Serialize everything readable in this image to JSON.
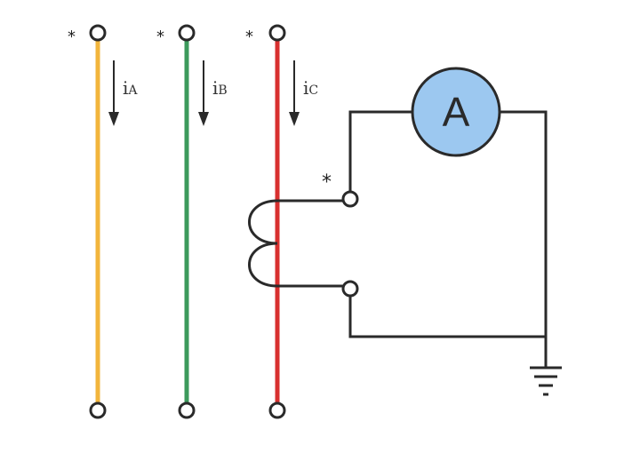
{
  "phases": [
    {
      "label": "i",
      "sub": "A",
      "color": "#f2b53c",
      "polarity": "*"
    },
    {
      "label": "i",
      "sub": "B",
      "color": "#3c9a5c",
      "polarity": "*"
    },
    {
      "label": "i",
      "sub": "C",
      "color": "#d8302f",
      "polarity": "*"
    }
  ],
  "ammeter": {
    "symbol": "A",
    "fill": "#9cc8f0"
  },
  "ct": {
    "polarity": "*"
  },
  "wire_color": "#2a2a2a",
  "ground_icon": "ground-icon"
}
